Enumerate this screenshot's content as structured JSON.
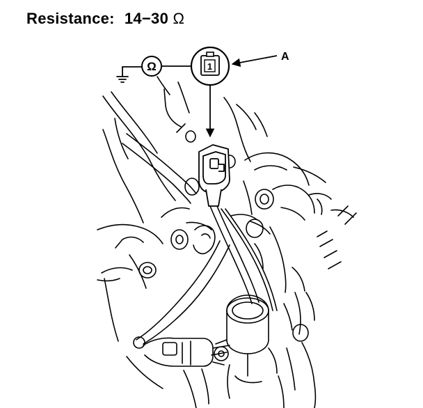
{
  "spec": {
    "label": "Resistance:",
    "range": "14−30",
    "unit": "Ω"
  },
  "meter": {
    "symbol": "Ω",
    "icon": "ohmmeter-icon"
  },
  "connector": {
    "terminal_number": "1",
    "callout_label": "A",
    "icon": "connector-terminal-icon"
  },
  "ground": {
    "icon": "ground-icon"
  },
  "colors": {
    "ink": "#000000",
    "background": "#ffffff"
  }
}
